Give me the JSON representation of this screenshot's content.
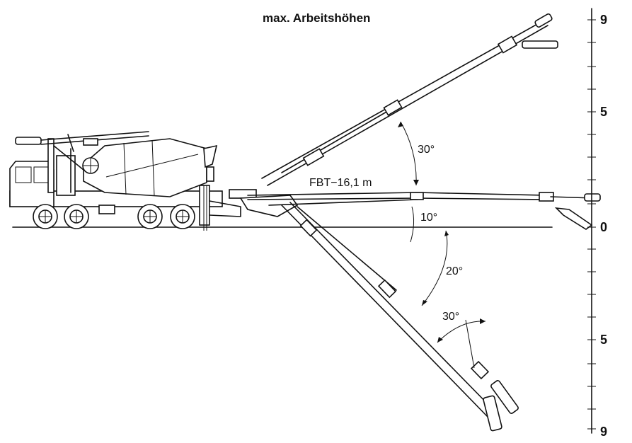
{
  "title": "max. Arbeitshöhen",
  "model_label": "FBT−16,1 m",
  "angles": {
    "upper": "30°",
    "horizontal": "10°",
    "lower": "20°",
    "tip": "30°"
  },
  "scale_labels": {
    "top": "9",
    "upper_mid": "5",
    "zero": "0",
    "lower_mid": "5",
    "bottom": "9"
  },
  "icons": {
    "vehicle": "concrete-mixer-truck-icon"
  }
}
